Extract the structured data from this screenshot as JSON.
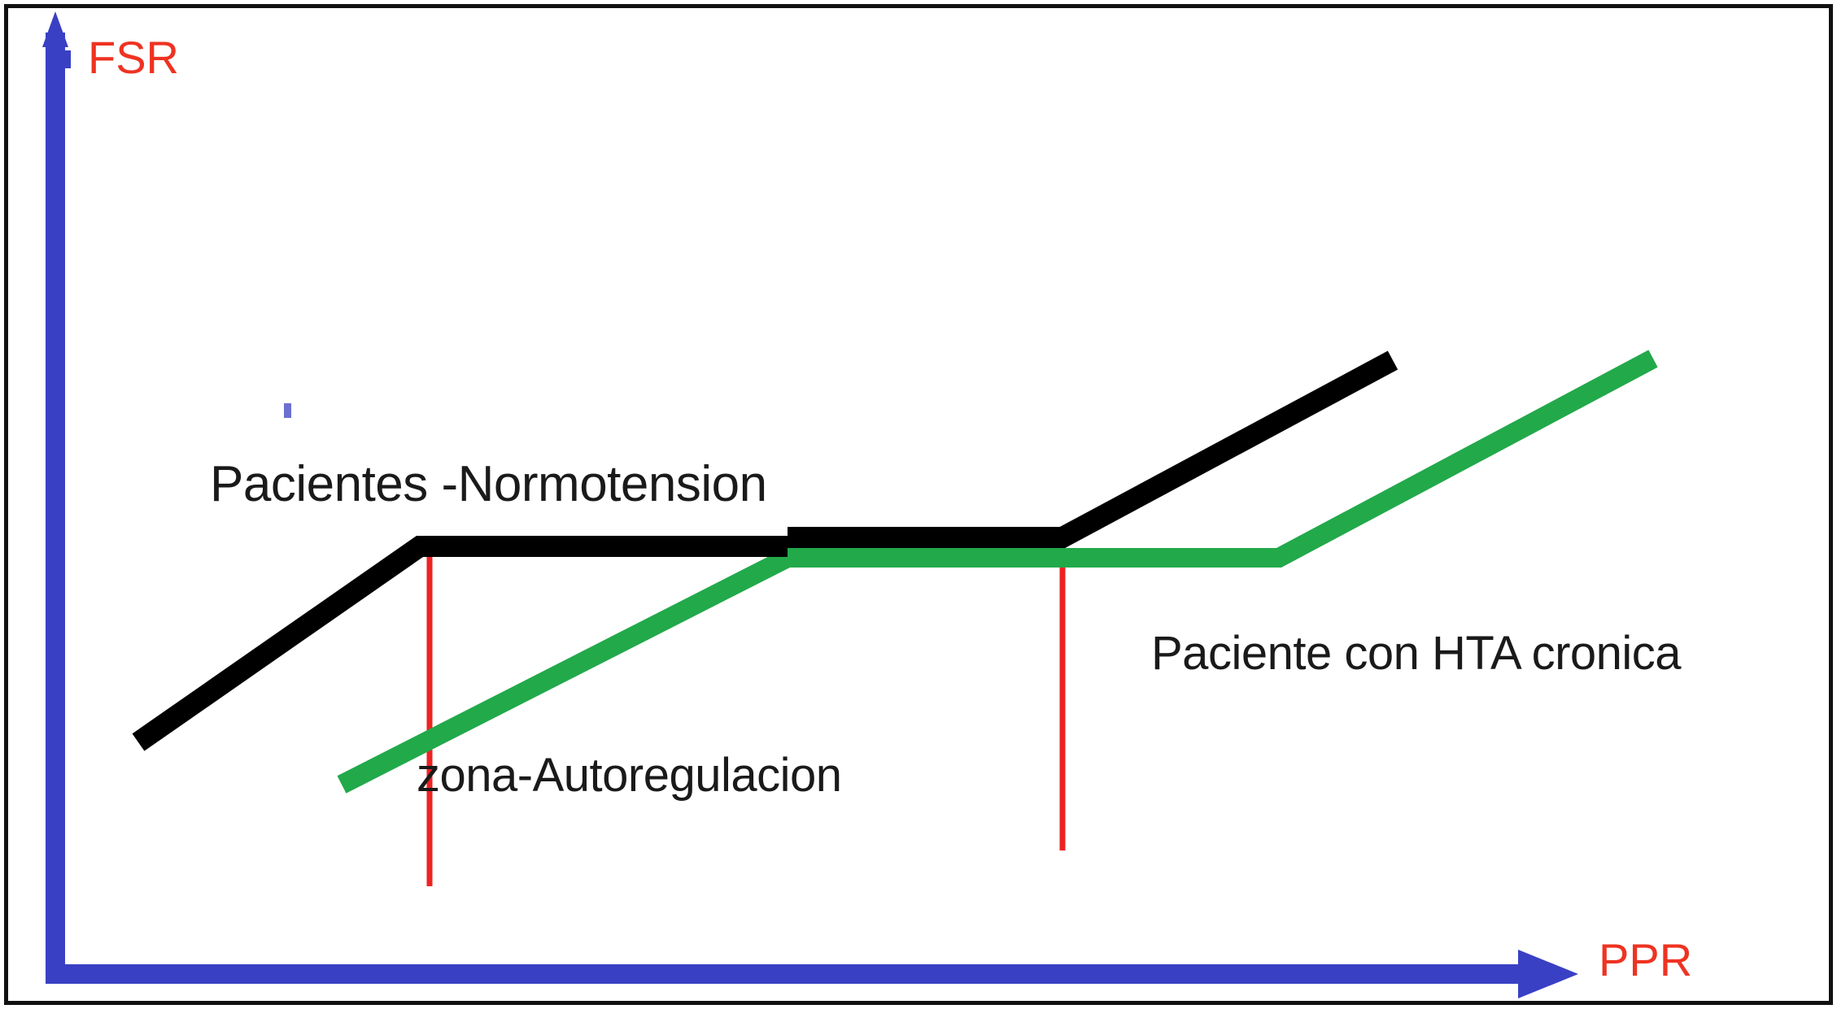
{
  "figure": {
    "background": "#ffffff",
    "border_color": "#111111",
    "axis_color": "#3a40c4",
    "marker_color": "#ee2222",
    "series_colors": {
      "normotension": "#000000",
      "hta_cronica": "#22a94a"
    }
  },
  "axes": {
    "y_label": "FSR",
    "x_label": "PPR",
    "y_label_color": "#ee3322",
    "x_label_color": "#ee3322"
  },
  "annotations": {
    "normotension": "Pacientes -Normotension",
    "autoregulacion": "zona-Autoregulacion",
    "hta": "Paciente con HTA cronica"
  },
  "chart_data": {
    "type": "line",
    "title": "",
    "xlabel": "PPR",
    "ylabel": "FSR",
    "grid": false,
    "legend": "inline-annotations",
    "xlim": [
      0,
      100
    ],
    "ylim": [
      0,
      100
    ],
    "annotations": [
      {
        "text": "Pacientes -Normotension",
        "x": 11,
        "y": 66
      },
      {
        "text": "zona-Autoregulacion",
        "x": 24,
        "y": 27
      },
      {
        "text": "Paciente con HTA cronica",
        "x": 70,
        "y": 39
      }
    ],
    "markers": [
      {
        "name": "autoregulation-lower-limit",
        "type": "vline",
        "x": 24,
        "color": "#ee2222",
        "y_from": 16,
        "y_to": 54
      },
      {
        "name": "autoregulation-upper-limit",
        "type": "vline",
        "x": 64,
        "color": "#ee2222",
        "y_from": 16,
        "y_to": 54
      }
    ],
    "series": [
      {
        "name": "Pacientes -Normotension",
        "color": "#000000",
        "points": [
          {
            "x": 5.5,
            "y": 24
          },
          {
            "x": 23,
            "y": 45
          },
          {
            "x": 46,
            "y": 45
          },
          {
            "x": 46,
            "y": 46
          },
          {
            "x": 63,
            "y": 46
          },
          {
            "x": 84,
            "y": 65
          }
        ]
      },
      {
        "name": "Paciente con HTA cronica",
        "color": "#22a94a",
        "points": [
          {
            "x": 18,
            "y": 19
          },
          {
            "x": 46,
            "y": 43
          },
          {
            "x": 75,
            "y": 43
          },
          {
            "x": 100,
            "y": 65
          }
        ]
      }
    ]
  }
}
